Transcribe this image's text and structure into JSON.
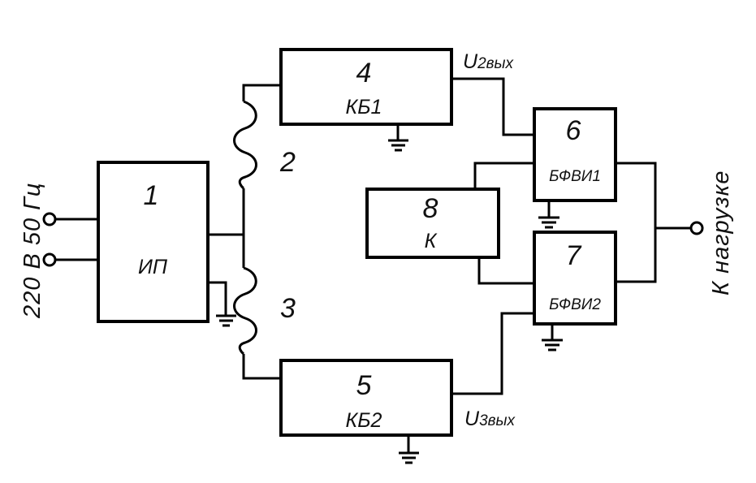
{
  "diagram": {
    "input_label": "220 В 50 Гц",
    "output_label": "К нагрузке",
    "blocks": [
      {
        "id": "1",
        "number": "1",
        "name": "ИП"
      },
      {
        "id": "4",
        "number": "4",
        "name": "КБ1"
      },
      {
        "id": "5",
        "number": "5",
        "name": "КБ2"
      },
      {
        "id": "6",
        "number": "6",
        "name": "БФВИ1"
      },
      {
        "id": "7",
        "number": "7",
        "name": "БФВИ2"
      },
      {
        "id": "8",
        "number": "8",
        "name": "К"
      }
    ],
    "coils": [
      {
        "id": "2",
        "label": "2"
      },
      {
        "id": "3",
        "label": "3"
      }
    ],
    "signals": {
      "u2": {
        "main": "U",
        "sub": "2вых"
      },
      "u3": {
        "main": "U",
        "sub": "3вых"
      }
    }
  }
}
